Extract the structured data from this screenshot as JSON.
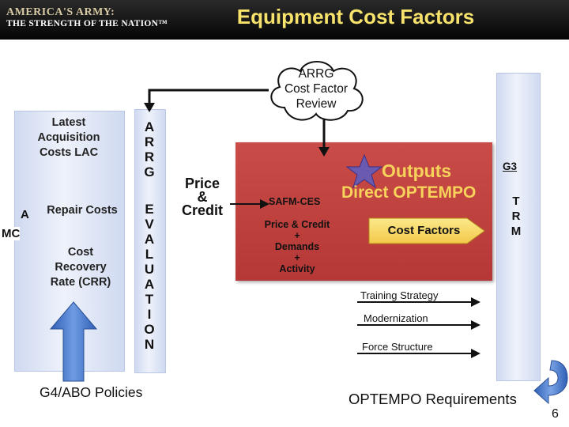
{
  "header": {
    "logo_line1": "AMERICA'S ARMY:",
    "logo_line2": "THE STRENGTH OF THE NATION™",
    "title": "Equipment Cost Factors"
  },
  "left_column": {
    "items": [
      "Latest Acquisition Costs LAC",
      "Repair Costs",
      "Cost Recovery Rate (CRR)"
    ],
    "side_letters_1": "A",
    "side_letters_2": "MC",
    "policies": "G4/ABO Policies"
  },
  "arrg_evaluation": {
    "letters_top": [
      "A",
      "R",
      "R",
      "G"
    ],
    "letters_bottom": [
      "E",
      "V",
      "A",
      "L",
      "U",
      "A",
      "T",
      "I",
      "O",
      "N"
    ]
  },
  "price_credit": [
    "Price",
    "&",
    "Credit"
  ],
  "review_cloud": [
    "ARRG",
    "Cost Factor",
    "Review"
  ],
  "center_box": {
    "safm": "SAFM-CES",
    "calc": [
      "Price & Credit",
      "+",
      "Demands",
      "+",
      "Activity"
    ],
    "outputs_line1": "Outputs",
    "outputs_line2": "Direct OPTEMPO",
    "cost_factors": "Cost Factors"
  },
  "g3_column": {
    "label": "G3",
    "letters": [
      "T",
      "R",
      "M"
    ]
  },
  "arrows": [
    "Training Strategy",
    "Modernization",
    "Force Structure"
  ],
  "optempo_requirements": "OPTEMPO Requirements",
  "page_number": "6",
  "colors": {
    "header_bg": "#111111",
    "title": "#f7e26b",
    "center_box": "#c0403d",
    "outputs_text": "#f7d35b",
    "bar": "#dbe3f5",
    "blue_arrow": "#3f6fc4"
  }
}
